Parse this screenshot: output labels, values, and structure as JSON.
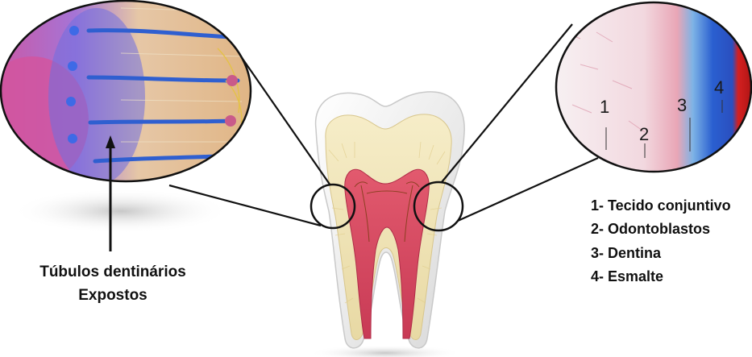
{
  "left_caption": {
    "line1": "Túbulos dentinários",
    "line2": "Expostos"
  },
  "legend": {
    "items": [
      "1- Tecido conjuntivo",
      "2- Odontoblastos",
      "3- Dentina",
      "4- Esmalte"
    ]
  },
  "histology_markers": [
    "1",
    "2",
    "3",
    "4"
  ],
  "colors": {
    "pulp": "#d9455a",
    "dentin": "#efe3b8",
    "enamel": "#f4f4f4",
    "tubule": "#2f5fd0",
    "outline": "#111111"
  }
}
